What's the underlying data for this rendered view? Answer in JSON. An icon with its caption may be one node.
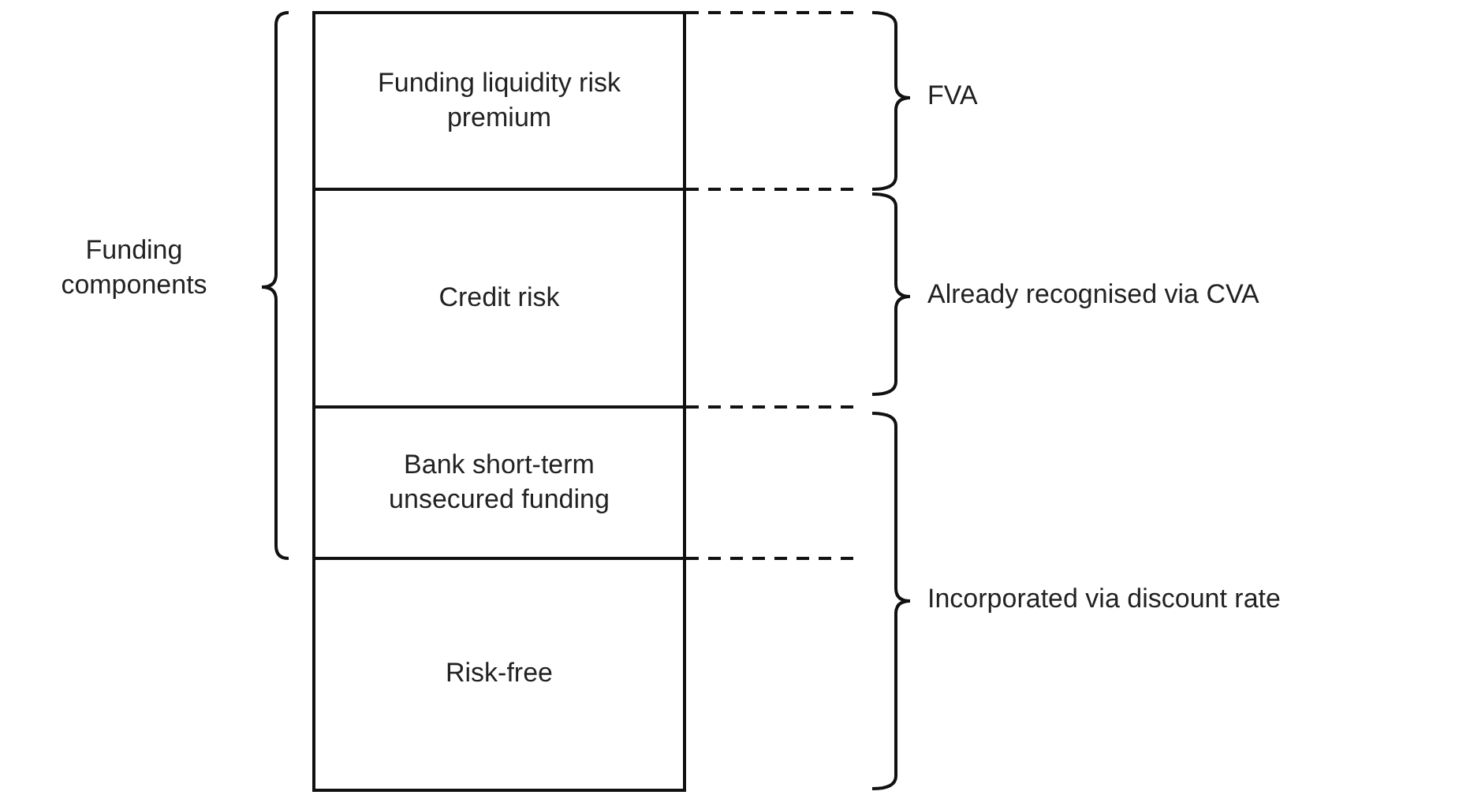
{
  "diagram": {
    "nodes": [
      {
        "text": [
          "Funding liquidity risk premium"
        ]
      },
      {
        "text": [
          "Credit risk"
        ]
      },
      {
        "text": [
          "Bank short-term unsecured funding"
        ]
      },
      {
        "text": [
          "Risk-free"
        ]
      }
    ],
    "labels": [
      "Funding components",
      "FVA",
      "Already recognised via CVA",
      "Incorporated via discount rate"
    ]
  }
}
